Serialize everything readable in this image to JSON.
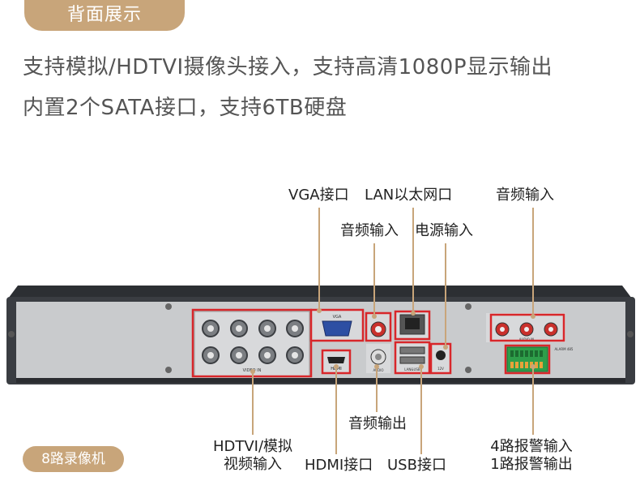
{
  "header": {
    "title": "背面展示"
  },
  "headline": {
    "line1": "支持模拟/HDTVI摄像头接入，支持高清1080P显示输出",
    "line2": "内置2个SATA接口，支持6TB硬盘"
  },
  "device_labels": {
    "video_in": "VIDEO IN",
    "vga": "VGA",
    "hdmi": "HDMI",
    "audio": "AUDIO",
    "lan_usb": "LAN&USB",
    "power": "12V",
    "audio_in": "AUDIO IN",
    "alarm": "ALARM  485"
  },
  "callouts": {
    "vga": "VGA接口",
    "lan": "LAN以太网口",
    "audio_in_right": "音频输入",
    "audio_in_mid": "音频输入",
    "power": "电源输入",
    "audio_out": "音频输出",
    "hdtvi_line1": "HDTVI/模拟",
    "hdtvi_line2": "视频输入",
    "hdmi": "HDMI接口",
    "usb": "USB接口",
    "alarm_line1": "4路报警输入",
    "alarm_line2": "1路报警输出"
  },
  "badge": {
    "label": "8路录像机"
  },
  "colors": {
    "accent": "#c8a57a",
    "highlight": "#d8262a",
    "chassis": "#3a3d42",
    "panel": "#c9cbcd"
  }
}
